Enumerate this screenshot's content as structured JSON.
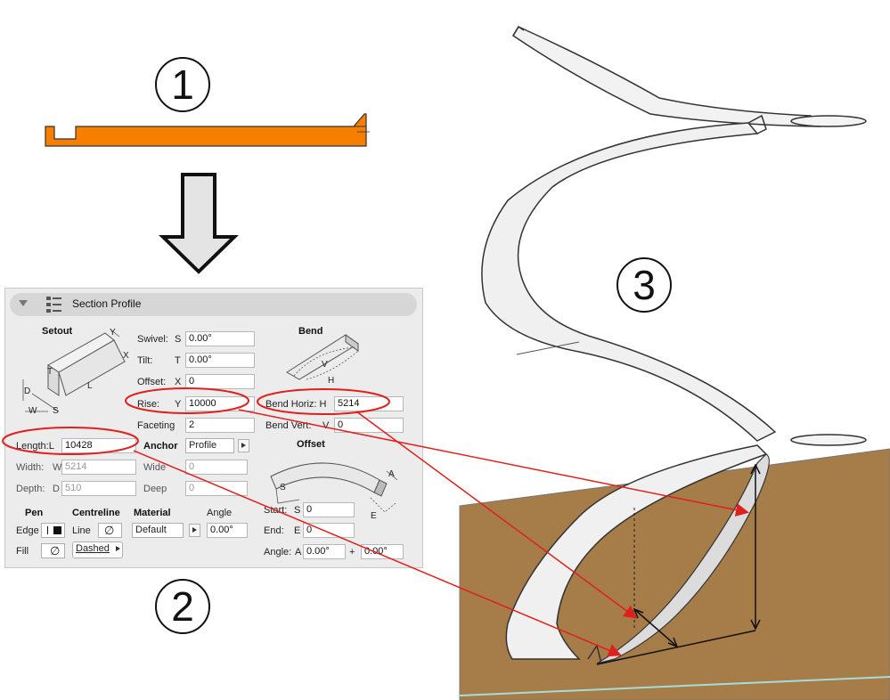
{
  "callouts": {
    "one": "1",
    "two": "2",
    "three": "3"
  },
  "colors": {
    "profile_fill": "#f77f00",
    "ground": "#a67c48",
    "red_line": "#e0201c",
    "panel_bg": "#ececec"
  },
  "panel": {
    "title": "Section Profile",
    "setout": {
      "heading": "Setout",
      "diagram_labels": {
        "y": "Y",
        "x": "X",
        "t": "T",
        "d": "D",
        "l": "L",
        "w": "W",
        "s": "S"
      },
      "length_label": "Length:L",
      "length_value": "10428",
      "width_label": "Width:",
      "width_key": "W",
      "width_value": "5214",
      "depth_label": "Depth:",
      "depth_key": "D",
      "depth_value": "510"
    },
    "middle": {
      "swivel_label": "Swivel:",
      "swivel_key": "S",
      "swivel_value": "0.00°",
      "tilt_label": "Tilt:",
      "tilt_key": "T",
      "tilt_value": "0.00°",
      "offset_label": "Offset:",
      "offset_key": "X",
      "offset_value": "0",
      "rise_label": "Rise:",
      "rise_key": "Y",
      "rise_value": "10000",
      "faceting_label": "Faceting",
      "faceting_value": "2",
      "anchor_heading": "Anchor",
      "anchor_value": "Profile",
      "wide_label": "Wide",
      "wide_value": "0",
      "deep_label": "Deep",
      "deep_value": "0"
    },
    "bend": {
      "heading": "Bend",
      "diagram_labels": {
        "v": "V",
        "h": "H"
      },
      "horiz_label": "Bend Horiz: H",
      "horiz_value": "5214",
      "vert_label": "Bend Vert:",
      "vert_key": "V",
      "vert_value": "0"
    },
    "offset": {
      "heading": "Offset",
      "diagram_labels": {
        "a": "A",
        "s": "S",
        "e": "E"
      },
      "start_label": "Start:",
      "start_key": "S",
      "start_value": "0",
      "end_label": "End:",
      "end_key": "E",
      "end_value": "0",
      "angle_label": "Angle:",
      "angle_key": "A",
      "angle_value": "0.00°",
      "plus": "+",
      "angle2_value": "0.00°"
    },
    "bottom": {
      "pen_heading": "Pen",
      "centreline_heading": "Centreline",
      "material_heading": "Material",
      "angle_heading": "Angle",
      "edge_label": "Edge",
      "fill_label": "Fill",
      "line_label": "Line",
      "dashed_label": "Dashed",
      "material_value": "Default",
      "angle_value": "0.00°"
    }
  }
}
